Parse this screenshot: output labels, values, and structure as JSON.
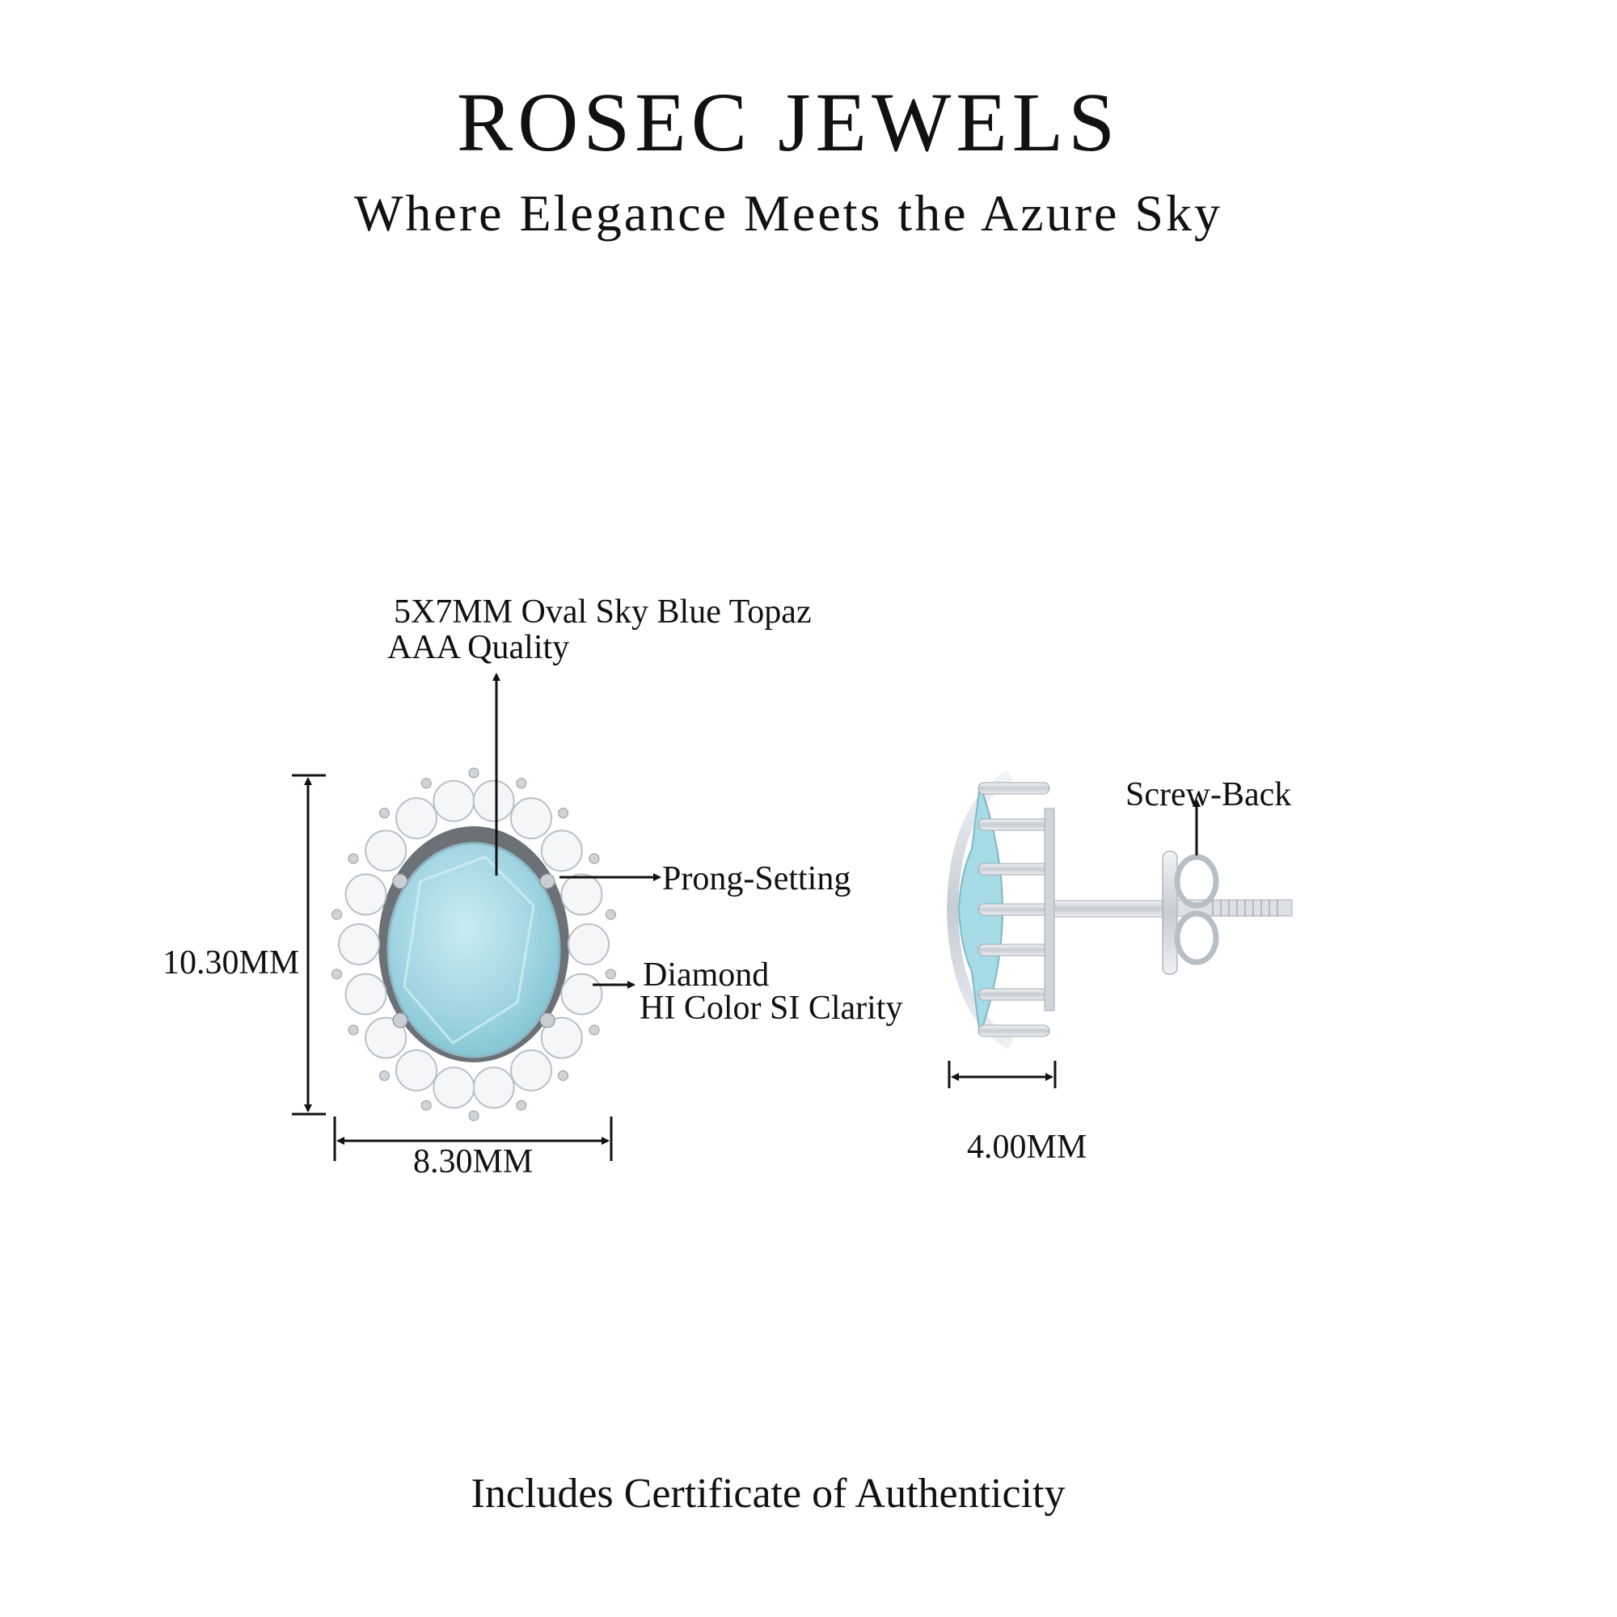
{
  "header": {
    "brand": "ROSEC JEWELS",
    "tagline": "Where Elegance Meets the Azure Sky"
  },
  "callouts": {
    "gemstone_line1": "5X7MM Oval Sky Blue Topaz",
    "gemstone_line2": "AAA Quality",
    "setting": "Prong-Setting",
    "diamond_line1": "Diamond",
    "diamond_line2": "HI Color SI Clarity",
    "back": "Screw-Back"
  },
  "dimensions": {
    "height": "10.30MM",
    "width": "8.30MM",
    "depth": "4.00MM"
  },
  "footer": {
    "note": "Includes Certificate of Authenticity"
  },
  "colors": {
    "gem": "#a9dbe6",
    "metal": "#d9dde2",
    "diamond": "#f4f6f8",
    "line": "#111111"
  }
}
